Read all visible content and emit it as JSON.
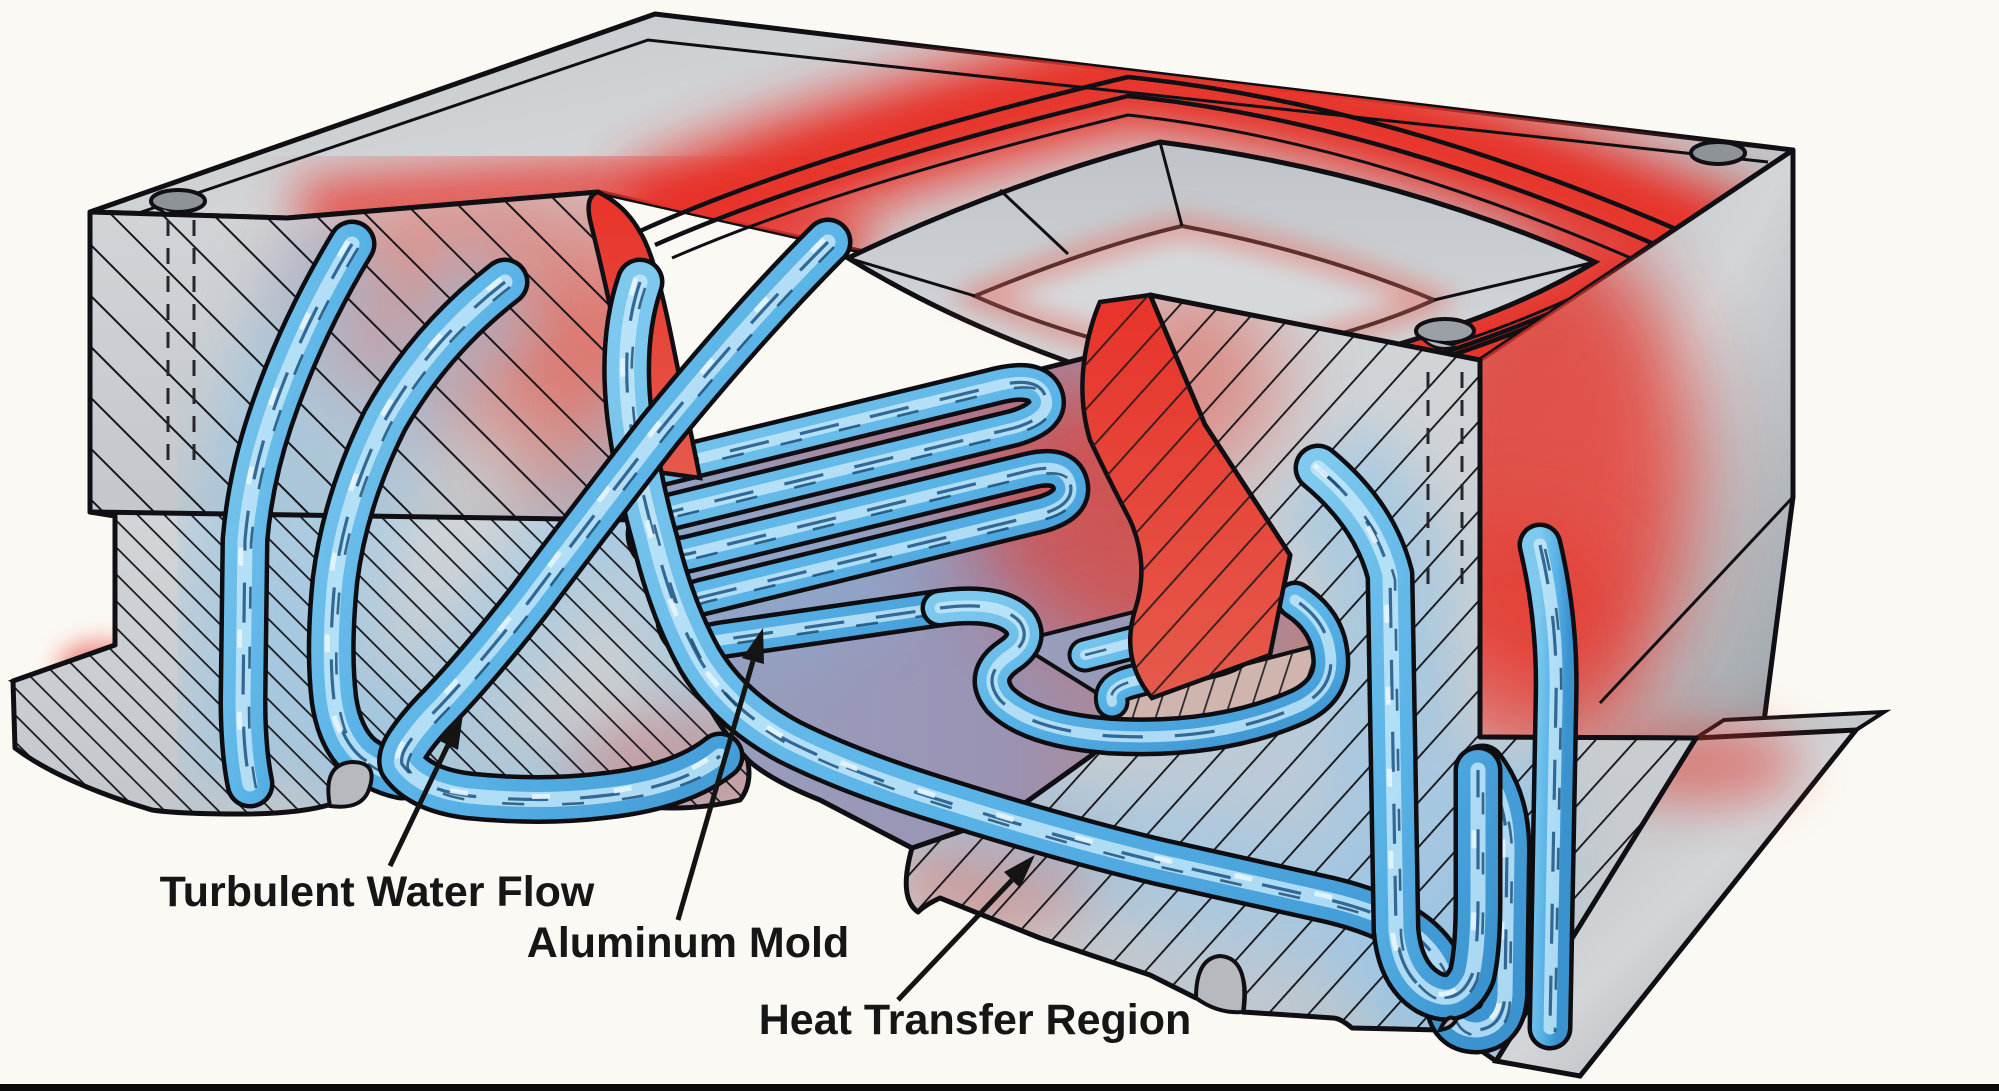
{
  "figure": {
    "background_color": "#FBF9F4",
    "bottom_rule_color": "#0A0A0A"
  },
  "labels": {
    "turbulent": {
      "text": "Turbulent Water Flow"
    },
    "aluminum": {
      "text": "Aluminum Mold"
    },
    "heat": {
      "text": "Heat Transfer Region"
    }
  },
  "palette": {
    "metal_gray": "#C9CCD0",
    "metal_dark": "#969BA1",
    "hot_red": "#E8332A",
    "hot_red_pale": "#F2A79E",
    "water_blue": "#58B2E6",
    "water_deep": "#2F7FC1",
    "water_light": "#A9DCF5",
    "plate_violet": "#8B93B8",
    "hatch_line": "#17171C",
    "outline": "#101014"
  }
}
